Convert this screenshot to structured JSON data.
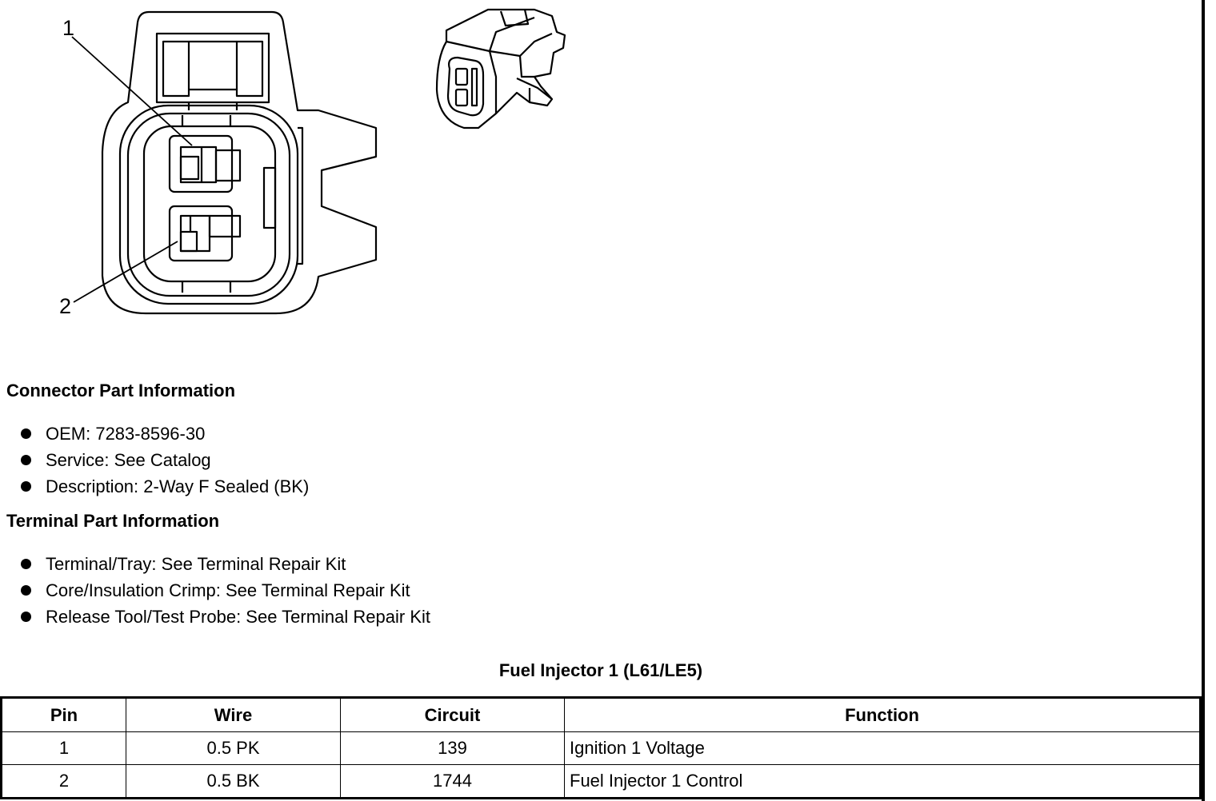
{
  "diagram": {
    "callout_1": "1",
    "callout_2": "2"
  },
  "connector_section": {
    "heading": "Connector Part Information",
    "items": [
      "OEM: 7283-8596-30",
      "Service: See Catalog",
      "Description: 2-Way F Sealed (BK)"
    ]
  },
  "terminal_section": {
    "heading": "Terminal Part Information",
    "items": [
      "Terminal/Tray: See Terminal Repair Kit",
      "Core/Insulation Crimp: See Terminal Repair Kit",
      "Release Tool/Test Probe: See Terminal Repair Kit"
    ]
  },
  "table": {
    "title": "Fuel Injector 1 (L61/LE5)",
    "headers": [
      "Pin",
      "Wire",
      "Circuit",
      "Function"
    ],
    "rows": [
      [
        "1",
        "0.5 PK",
        "139",
        "Ignition 1 Voltage"
      ],
      [
        "2",
        "0.5 BK",
        "1744",
        "Fuel Injector 1 Control"
      ]
    ]
  }
}
